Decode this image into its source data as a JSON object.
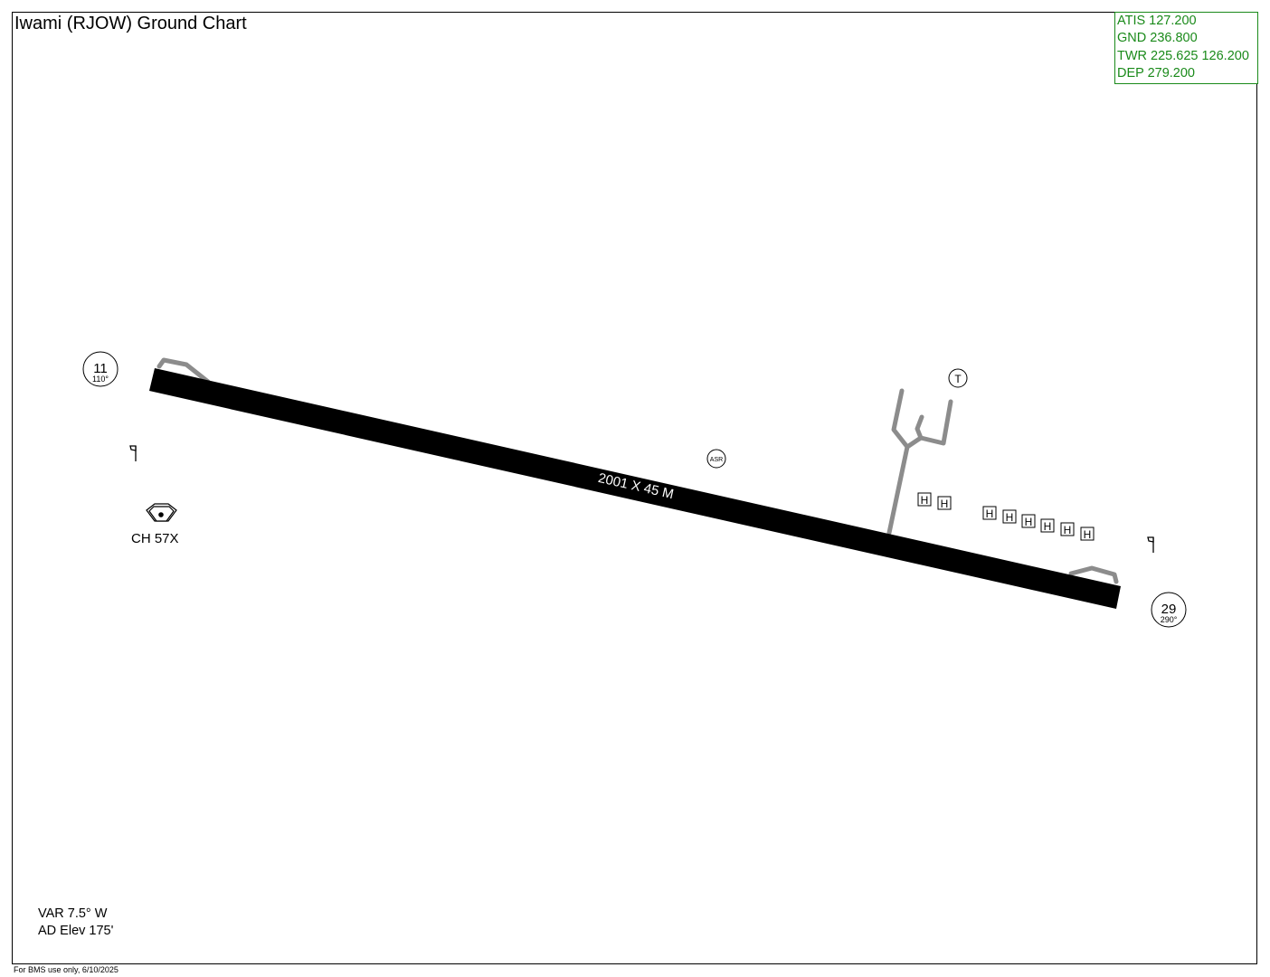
{
  "title": "Iwami (RJOW) Ground Chart",
  "frequencies": [
    {
      "label": "ATIS 127.200"
    },
    {
      "label": "GND 236.800"
    },
    {
      "label": "TWR 225.625 126.200"
    },
    {
      "label": "DEP 279.200"
    }
  ],
  "colors": {
    "frequency_text": "#1a8a1a",
    "runway": "#000000",
    "taxiway": "#8c8c8c"
  },
  "runway": {
    "dimensions_label": "2001 X 45 M",
    "ends": [
      {
        "number": "11",
        "heading": "110°"
      },
      {
        "number": "29",
        "heading": "290°"
      }
    ]
  },
  "navaid": {
    "icon": "tacan-icon",
    "label": "CH 57X"
  },
  "markers": {
    "asr_label": "ASR",
    "tower_label": "T",
    "helipad_label": "H"
  },
  "info": {
    "variation": "VAR 7.5° W",
    "elevation": "AD Elev 175'"
  },
  "footer": "For BMS  use only, 6/10/2025"
}
